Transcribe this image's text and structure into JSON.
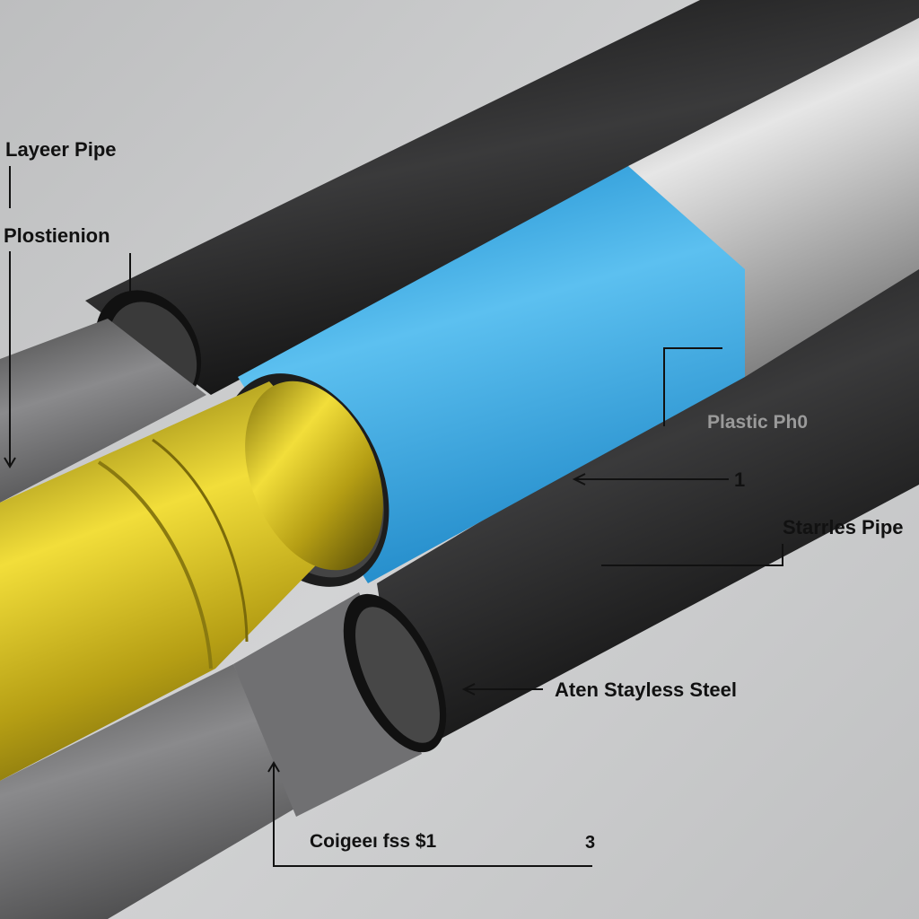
{
  "labels": {
    "layer_pipe": "Layeer Pipe",
    "plostienion": "Plostienion",
    "plastic_pipe": "Plastic Ph0",
    "marker_1": "1",
    "starrles_pipe": "Starrles Pipe",
    "aten_steel": "Aten Stayless Steel",
    "coigee": "Coigeeı fss $1",
    "marker_3": "3"
  },
  "colors": {
    "background": "#c9cacb",
    "black_pipe": "#1c1c1d",
    "blue_pipe": "#2aa3e0",
    "silver_pipe": "#b8b8b8",
    "gold_pipe": "#c9b21a",
    "gray_pipe": "#6c6c6e"
  }
}
